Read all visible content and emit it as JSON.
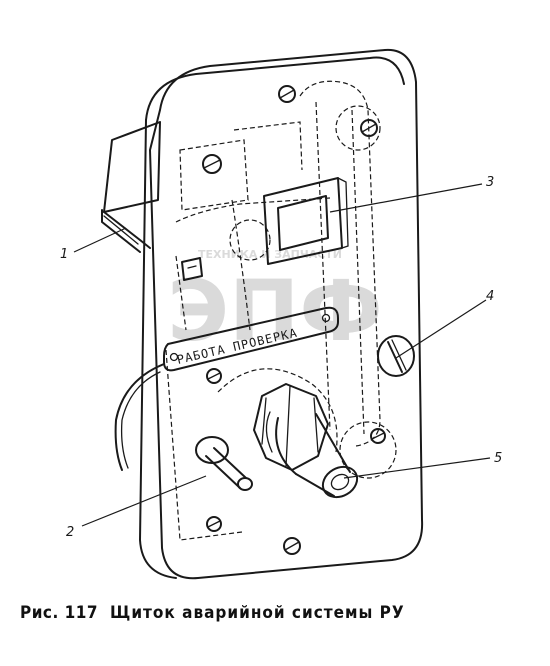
{
  "figure": {
    "label": "Рис. 117",
    "title": "Щиток аварийной системы РУ"
  },
  "plate": {
    "text": "РАБОТА ПРОВЕРКА"
  },
  "callouts": [
    {
      "number": "1"
    },
    {
      "number": "2"
    },
    {
      "number": "3"
    },
    {
      "number": "4"
    },
    {
      "number": "5"
    }
  ],
  "watermark": {
    "top": "ТЕХНИКА И ЗАПЧАСТИ",
    "main": "ЭПФ"
  }
}
